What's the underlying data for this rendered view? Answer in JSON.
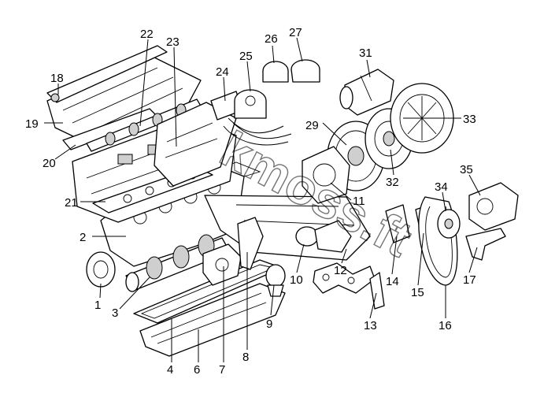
{
  "diagram": {
    "callouts": [
      {
        "id": "1",
        "label": "1"
      },
      {
        "id": "2",
        "label": "2"
      },
      {
        "id": "3",
        "label": "3"
      },
      {
        "id": "4",
        "label": "4"
      },
      {
        "id": "6",
        "label": "6"
      },
      {
        "id": "7",
        "label": "7"
      },
      {
        "id": "8",
        "label": "8"
      },
      {
        "id": "9",
        "label": "9"
      },
      {
        "id": "10",
        "label": "10"
      },
      {
        "id": "11",
        "label": "11"
      },
      {
        "id": "12",
        "label": "12"
      },
      {
        "id": "13",
        "label": "13"
      },
      {
        "id": "14",
        "label": "14"
      },
      {
        "id": "15",
        "label": "15"
      },
      {
        "id": "16",
        "label": "16"
      },
      {
        "id": "17",
        "label": "17"
      },
      {
        "id": "18",
        "label": "18"
      },
      {
        "id": "19",
        "label": "19"
      },
      {
        "id": "20",
        "label": "20"
      },
      {
        "id": "21",
        "label": "21"
      },
      {
        "id": "22",
        "label": "22"
      },
      {
        "id": "23",
        "label": "23"
      },
      {
        "id": "24",
        "label": "24"
      },
      {
        "id": "25",
        "label": "25"
      },
      {
        "id": "26",
        "label": "26"
      },
      {
        "id": "27",
        "label": "27"
      },
      {
        "id": "29",
        "label": "29"
      },
      {
        "id": "31",
        "label": "31"
      },
      {
        "id": "32",
        "label": "32"
      },
      {
        "id": "33",
        "label": "33"
      },
      {
        "id": "34",
        "label": "34"
      },
      {
        "id": "35",
        "label": "35"
      }
    ],
    "watermark": "kmoss.ft"
  }
}
